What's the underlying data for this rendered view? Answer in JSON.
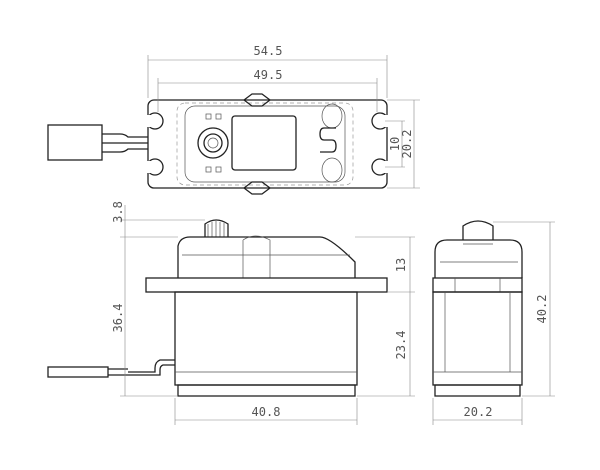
{
  "top_view": {
    "overall_width": "54.5",
    "hole_spacing": "49.5",
    "hole_gap": "10",
    "width": "20.2"
  },
  "front_view": {
    "spline_height": "3.8",
    "body_height": "36.4",
    "upper_height": "13",
    "lower_height": "23.4",
    "length": "40.8"
  },
  "side_view": {
    "width": "20.2",
    "total_height": "40.2"
  }
}
